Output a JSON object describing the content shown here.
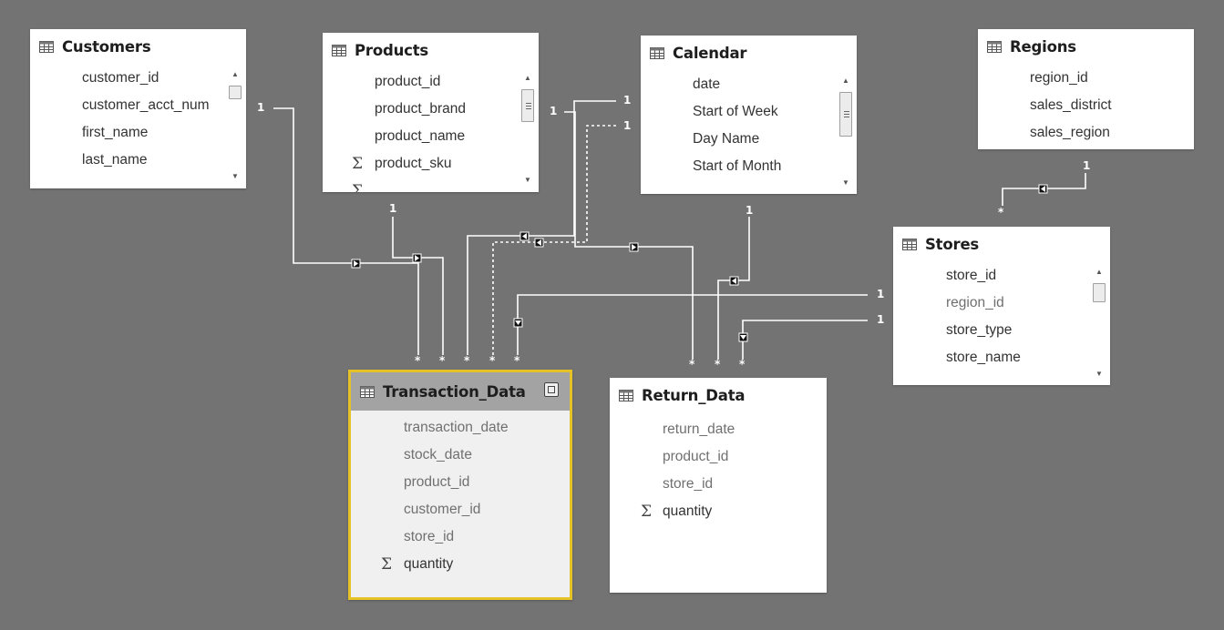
{
  "tables": {
    "customers": {
      "title": "Customers",
      "fields": [
        "customer_id",
        "customer_acct_num",
        "first_name",
        "last_name"
      ]
    },
    "products": {
      "title": "Products",
      "fields": [
        "product_id",
        "product_brand",
        "product_name",
        "product_sku"
      ]
    },
    "calendar": {
      "title": "Calendar",
      "fields": [
        "date",
        "Start of Week",
        "Day Name",
        "Start of Month"
      ]
    },
    "regions": {
      "title": "Regions",
      "fields": [
        "region_id",
        "sales_district",
        "sales_region"
      ]
    },
    "stores": {
      "title": "Stores",
      "fields": [
        "store_id",
        "region_id",
        "store_type",
        "store_name"
      ]
    },
    "transaction_data": {
      "title": "Transaction_Data",
      "fields": [
        "transaction_date",
        "stock_date",
        "product_id",
        "customer_id",
        "store_id",
        "quantity"
      ]
    },
    "return_data": {
      "title": "Return_Data",
      "fields": [
        "return_date",
        "product_id",
        "store_id",
        "quantity"
      ]
    }
  },
  "relationship_labels": {
    "one": "1",
    "many": "*"
  },
  "icons": {
    "table": "table-grid-icon",
    "sum": "sigma-sum-icon",
    "collapse": "collapse-icon",
    "direction": "filter-direction-arrow-icon"
  },
  "colors": {
    "canvas": "#737373",
    "card": "#ffffff",
    "selected_border": "#e6c229",
    "selected_header": "#a3a3a3",
    "relationship_line": "#ffffff"
  }
}
